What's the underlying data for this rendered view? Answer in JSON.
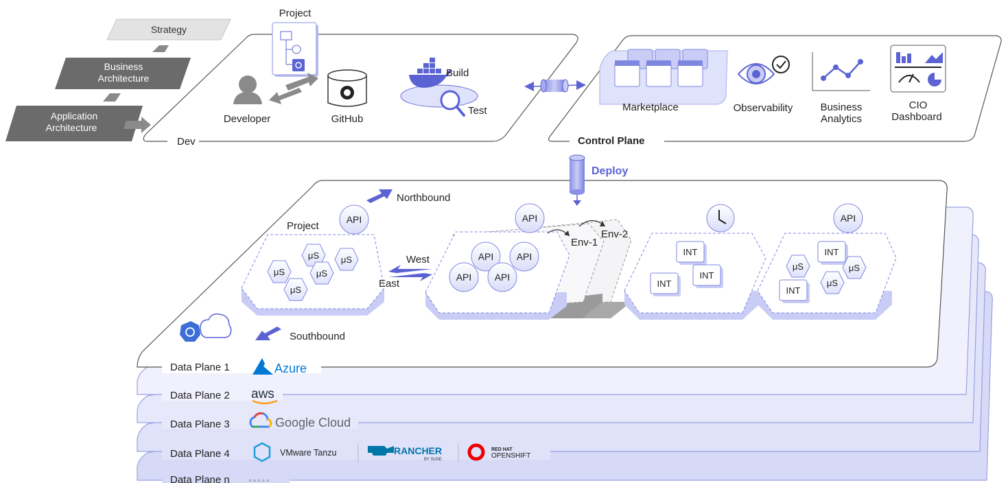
{
  "strategy_stack": {
    "strategy": "Strategy",
    "business_line1": "Business",
    "business_line2": "Architecture",
    "application_line1": "Application",
    "application_line2": "Architecture"
  },
  "dev_plane": {
    "title": "Dev",
    "project": "Project",
    "developer": "Developer",
    "github": "GitHub",
    "build": "Build",
    "test": "Test"
  },
  "control_plane": {
    "title": "Control Plane",
    "marketplace": "Marketplace",
    "observability": "Observability",
    "business_analytics_line1": "Business",
    "business_analytics_line2": "Analytics",
    "cio_line1": "CIO",
    "cio_line2": "Dashboard"
  },
  "deploy": "Deploy",
  "data_plane": {
    "northbound": "Northbound",
    "southbound": "Southbound",
    "west": "West",
    "east": "East",
    "project": "Project",
    "env1": "Env-1",
    "env2": "Env-2",
    "api": "API",
    "microservice": "μS",
    "integration": "INT"
  },
  "data_planes": [
    {
      "label": "Data Plane 1",
      "provider": "Azure"
    },
    {
      "label": "Data Plane 2",
      "provider": "aws"
    },
    {
      "label": "Data Plane 3",
      "provider": "Google Cloud"
    },
    {
      "label": "Data Plane 4",
      "provider": "VMware Tanzu",
      "provider2": "RANCHER",
      "provider2_sub": "BY SUSE",
      "provider3_line1": "RED HAT",
      "provider3_line2": "OPENSHIFT"
    },
    {
      "label": "Data Plane n",
      "provider": "●●●●●"
    }
  ],
  "colors": {
    "accent": "#5b63d3",
    "accent_light": "#c9cdf5",
    "layer_fill": "#eceefc",
    "stack_gray": "#6b6b6b",
    "azure": "#0078d4",
    "rancher": "#0075a8",
    "redhat": "#ee0000"
  }
}
